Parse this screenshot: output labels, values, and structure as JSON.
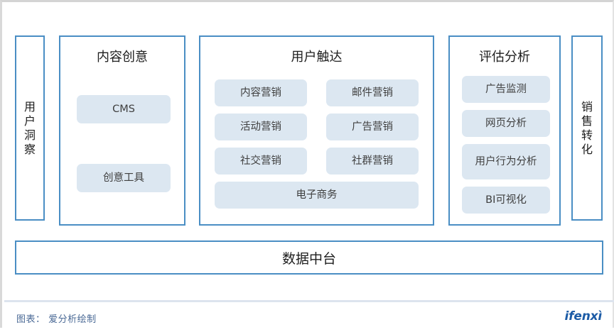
{
  "footer": {
    "note": "图表： 爱分析绘制",
    "logo": "ifenxì"
  },
  "platform": {
    "label": "数据中台"
  },
  "colors": {
    "box_border": "#4a8ec4",
    "pill_background": "#dce7f1",
    "pill_text": "#3f3f3f",
    "title_text": "#1d1d1d",
    "footer_text": "#4b6a96",
    "logo_text": "#1c5ba6",
    "page_background": "#ffffff"
  },
  "columns": {
    "user_insight": {
      "label": "用户洞察",
      "chars": [
        "用",
        "户",
        "洞",
        "察"
      ]
    },
    "sales_conversion": {
      "label": "销售转化",
      "chars": [
        "销",
        "售",
        "转",
        "化"
      ]
    }
  },
  "groups": [
    {
      "id": "content-creative",
      "title": "内容创意",
      "items": [
        {
          "label": "CMS"
        },
        {
          "label": "创意工具"
        }
      ]
    },
    {
      "id": "user-reach",
      "title": "用户触达",
      "items": [
        {
          "label": "内容营销"
        },
        {
          "label": "邮件营销"
        },
        {
          "label": "活动营销"
        },
        {
          "label": "广告营销"
        },
        {
          "label": "社交营销"
        },
        {
          "label": "社群营销"
        },
        {
          "label": "电子商务"
        }
      ]
    },
    {
      "id": "evaluation-analysis",
      "title": "评估分析",
      "items": [
        {
          "label": "广告监测"
        },
        {
          "label": "网页分析"
        },
        {
          "label": "用户行为分析"
        },
        {
          "label": "BI可视化"
        }
      ]
    }
  ]
}
